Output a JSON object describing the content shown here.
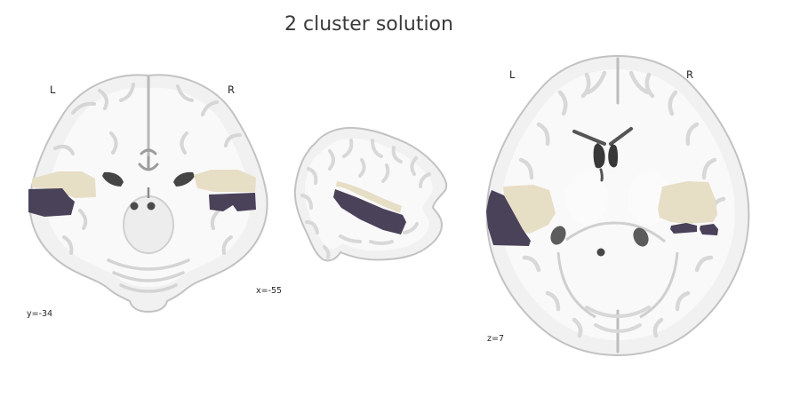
{
  "title": "2 cluster solution",
  "views": {
    "coronal": {
      "left_label": "L",
      "right_label": "R",
      "coord_label": "y=-34"
    },
    "sagittal": {
      "coord_label": "x=-55"
    },
    "axial": {
      "left_label": "L",
      "right_label": "R",
      "coord_label": "z=7"
    }
  },
  "clusters": {
    "dark": {
      "color": "#494259"
    },
    "beige": {
      "color": "#e7dec6"
    }
  },
  "colors": {
    "background": "#ffffff",
    "title_text": "#3a3a3a",
    "label_text": "#262626"
  },
  "chart_data": {
    "type": "brain-slice-cluster-map",
    "title": "2 cluster solution",
    "n_clusters": 2,
    "views": [
      {
        "plane": "coronal",
        "slice_coordinate": "y=-34",
        "orientation_labels": [
          "L",
          "R"
        ]
      },
      {
        "plane": "sagittal",
        "slice_coordinate": "x=-55"
      },
      {
        "plane": "axial",
        "slice_coordinate": "z=7",
        "orientation_labels": [
          "L",
          "R"
        ]
      }
    ],
    "clusters": [
      {
        "id": 1,
        "color": "#494259",
        "location": "bilateral lateral temporal cortex, inferior/lateral band, visible in all three slices"
      },
      {
        "id": 2,
        "color": "#e7dec6",
        "location": "bilateral superior temporal cortex, band adjacent/superior to cluster 1"
      }
    ],
    "underlay": "grayscale anatomical MNI template slices on white background"
  }
}
